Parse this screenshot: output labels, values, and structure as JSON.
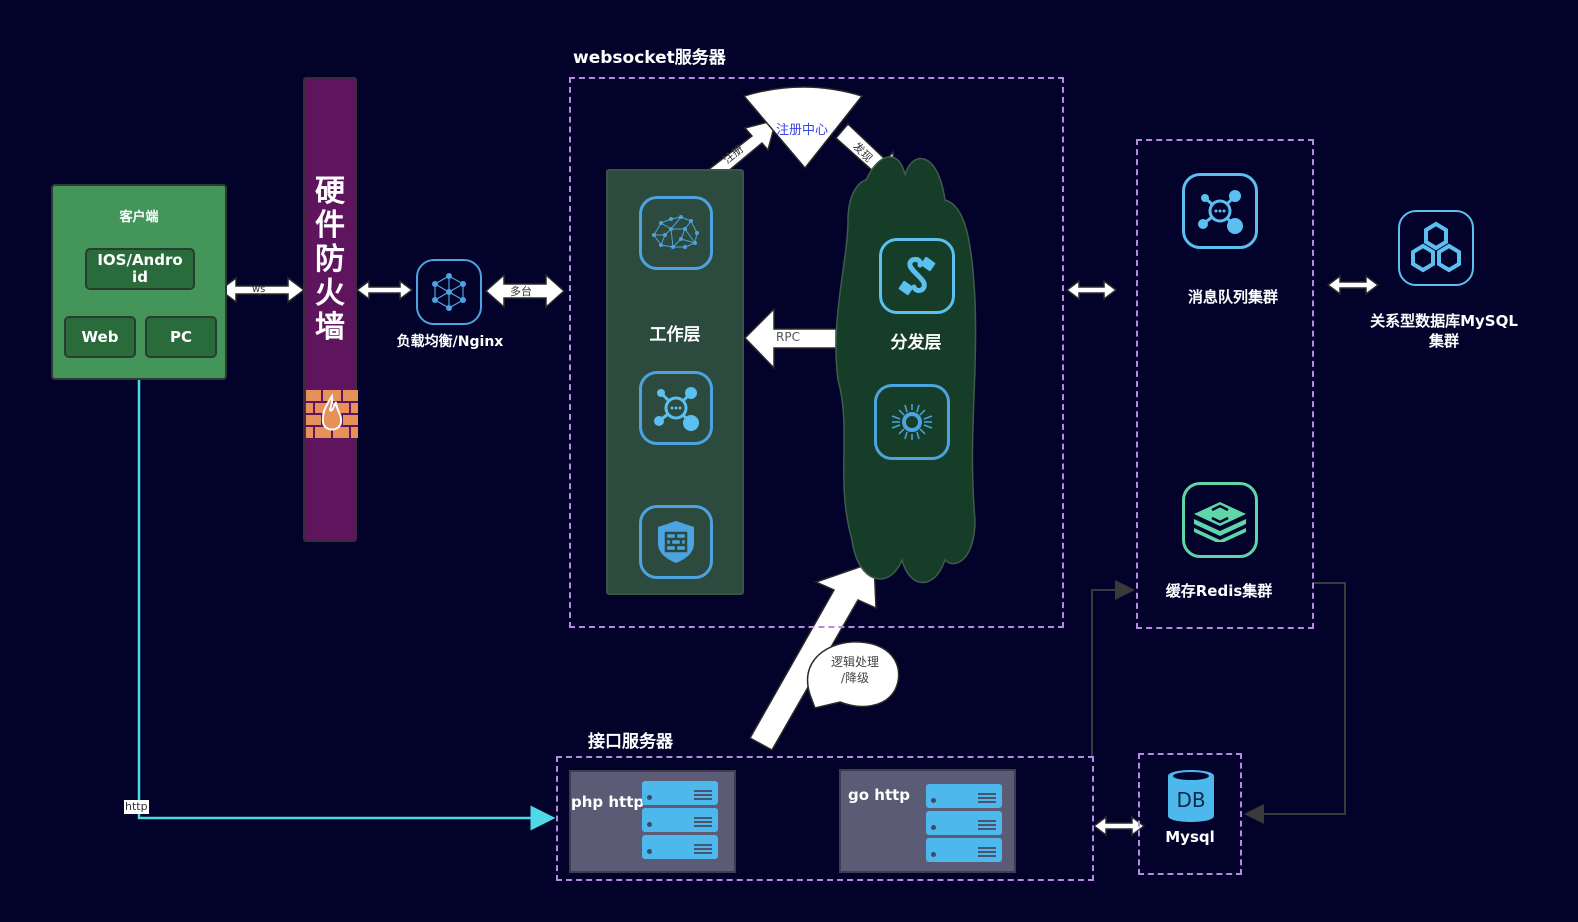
{
  "client": {
    "title": "客户端",
    "items": [
      "IOS/Andro id",
      "Web",
      "PC"
    ]
  },
  "firewall": {
    "label": "硬件防火墙",
    "icon": "firewall-icon"
  },
  "load_balancer": {
    "label": "负载均衡/Nginx",
    "icon": "network-cube-icon"
  },
  "websocket_server": {
    "title": "websocket服务器",
    "registry": {
      "label": "注册中心",
      "register_arrow": "注册",
      "discover_arrow": "发现"
    },
    "work_layer": {
      "label": "工作层",
      "icons": [
        "neural-network-icon",
        "message-hub-icon",
        "shield-firewall-icon"
      ]
    },
    "dispatch_layer": {
      "label": "分发层",
      "icons": [
        "cable-connector-icon",
        "sun-burst-icon"
      ]
    },
    "rpc_arrow": "RPC"
  },
  "connectors": {
    "client_to_firewall": "ws",
    "lb_to_ws": "多台",
    "client_to_api": "http",
    "logic_bubble": "逻辑处理\n/降级"
  },
  "mq_cluster": {
    "label": "消息队列集群",
    "icon": "message-queue-icon"
  },
  "redis_cluster": {
    "label": "缓存Redis集群",
    "icon": "redis-stack-icon"
  },
  "mysql_cluster": {
    "label": "关系型数据库MySQL\n集群",
    "icon": "hexagon-cluster-icon"
  },
  "api_server": {
    "title": "接口服务器",
    "groups": [
      {
        "label": "php http"
      },
      {
        "label": "go http"
      }
    ]
  },
  "mysql": {
    "label": "Mysql",
    "db_text": "DB"
  },
  "colors": {
    "background": "#02022a",
    "dashed_border": "#b68ae0",
    "client_green": "#43955a",
    "firewall_purple": "#5f155e",
    "icon_blue": "#4da3e0",
    "redis_green": "#5fd6a8",
    "http_line": "#4fd9e6"
  }
}
